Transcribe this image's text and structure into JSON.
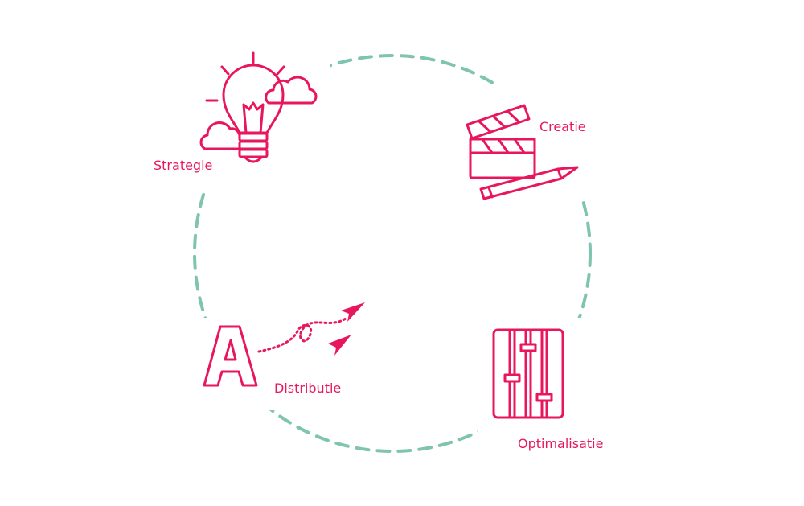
{
  "colors": {
    "accent": "#e8175d",
    "cycle": "#7fc4b0",
    "background": "#ffffff"
  },
  "steps": [
    {
      "label": "Strategie",
      "icon": "lightbulb-clouds-icon"
    },
    {
      "label": "Creatie",
      "icon": "clapperboard-pencil-icon"
    },
    {
      "label": "Optimalisatie",
      "icon": "sliders-panel-icon"
    },
    {
      "label": "Distributie",
      "icon": "letter-a-paper-planes-icon"
    }
  ]
}
